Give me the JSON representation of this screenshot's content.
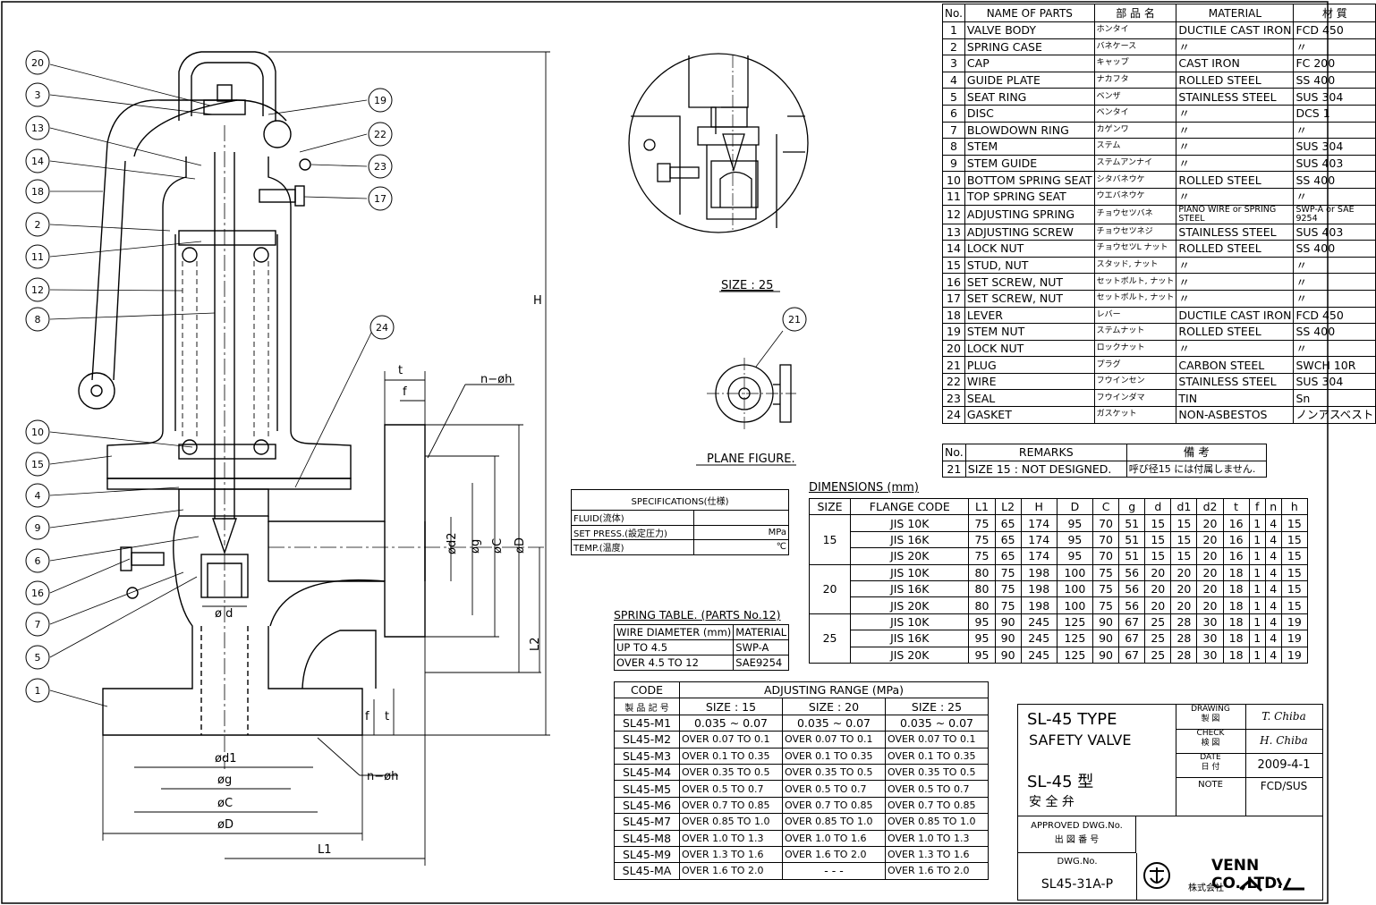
{
  "parts_table": {
    "headers": [
      "No.",
      "NAME OF PARTS",
      "部 品 名",
      "MATERIAL",
      "材 質"
    ],
    "rows": [
      [
        "1",
        "VALVE BODY",
        "ホンタイ",
        "DUCTILE CAST IRON",
        "FCD 450"
      ],
      [
        "2",
        "SPRING CASE",
        "バネケース",
        "〃",
        "〃"
      ],
      [
        "3",
        "CAP",
        "キャップ",
        "CAST IRON",
        "FC 200"
      ],
      [
        "4",
        "GUIDE PLATE",
        "ナカフタ",
        "ROLLED STEEL",
        "SS 400"
      ],
      [
        "5",
        "SEAT RING",
        "ベンザ",
        "STAINLESS STEEL",
        "SUS 304"
      ],
      [
        "6",
        "DISC",
        "ベンタイ",
        "〃",
        "DCS 1"
      ],
      [
        "7",
        "BLOWDOWN RING",
        "カゲンワ",
        "〃",
        "〃"
      ],
      [
        "8",
        "STEM",
        "ステム",
        "〃",
        "SUS 304"
      ],
      [
        "9",
        "STEM GUIDE",
        "ステムアンナイ",
        "〃",
        "SUS 403"
      ],
      [
        "10",
        "BOTTOM SPRING SEAT",
        "シタバネウケ",
        "ROLLED STEEL",
        "SS 400"
      ],
      [
        "11",
        "TOP SPRING SEAT",
        "ウエバネウケ",
        "〃",
        "〃"
      ],
      [
        "12",
        "ADJUSTING SPRING",
        "チョウセツバネ",
        "PIANO WIRE or SPRING STEEL",
        "SWP-A or SAE 9254"
      ],
      [
        "13",
        "ADJUSTING SCREW",
        "チョウセツネジ",
        "STAINLESS STEEL",
        "SUS 403"
      ],
      [
        "14",
        "LOCK NUT",
        "チョウセツL ナット",
        "ROLLED STEEL",
        "SS 400"
      ],
      [
        "15",
        "STUD, NUT",
        "スタッド, ナット",
        "〃",
        "〃"
      ],
      [
        "16",
        "SET SCREW, NUT",
        "セットボルト, ナット",
        "〃",
        "〃"
      ],
      [
        "17",
        "SET SCREW, NUT",
        "セットボルト, ナット",
        "〃",
        "〃"
      ],
      [
        "18",
        "LEVER",
        "レバー",
        "DUCTILE CAST IRON",
        "FCD 450"
      ],
      [
        "19",
        "STEM NUT",
        "ステムナット",
        "ROLLED STEEL",
        "SS 400"
      ],
      [
        "20",
        "LOCK NUT",
        "ロックナット",
        "〃",
        "〃"
      ],
      [
        "21",
        "PLUG",
        "プラグ",
        "CARBON STEEL",
        "SWCH 10R"
      ],
      [
        "22",
        "WIRE",
        "フウインセン",
        "STAINLESS STEEL",
        "SUS 304"
      ],
      [
        "23",
        "SEAL",
        "フウインダマ",
        "TIN",
        "Sn"
      ],
      [
        "24",
        "GASKET",
        "ガスケット",
        "NON-ASBESTOS",
        "ノンアスベスト"
      ]
    ]
  },
  "remarks": {
    "header_no": "No.",
    "header_en": "REMARKS",
    "header_jp": "備 考",
    "no": "21",
    "en": "SIZE 15 : NOT DESIGNED.",
    "jp": "呼び径15 には付属しません."
  },
  "dimensions": {
    "title": "DIMENSIONS (mm)",
    "headers": [
      "SIZE",
      "FLANGE CODE",
      "L1",
      "L2",
      "H",
      "D",
      "C",
      "g",
      "d",
      "d1",
      "d2",
      "t",
      "f",
      "n",
      "h"
    ],
    "groups": [
      {
        "size": "15",
        "rows": [
          [
            "JIS 10K",
            "75",
            "65",
            "174",
            "95",
            "70",
            "51",
            "15",
            "15",
            "20",
            "16",
            "1",
            "4",
            "15"
          ],
          [
            "JIS 16K",
            "75",
            "65",
            "174",
            "95",
            "70",
            "51",
            "15",
            "15",
            "20",
            "16",
            "1",
            "4",
            "15"
          ],
          [
            "JIS 20K",
            "75",
            "65",
            "174",
            "95",
            "70",
            "51",
            "15",
            "15",
            "20",
            "16",
            "1",
            "4",
            "15"
          ]
        ]
      },
      {
        "size": "20",
        "rows": [
          [
            "JIS 10K",
            "80",
            "75",
            "198",
            "100",
            "75",
            "56",
            "20",
            "20",
            "20",
            "18",
            "1",
            "4",
            "15"
          ],
          [
            "JIS 16K",
            "80",
            "75",
            "198",
            "100",
            "75",
            "56",
            "20",
            "20",
            "20",
            "18",
            "1",
            "4",
            "15"
          ],
          [
            "JIS 20K",
            "80",
            "75",
            "198",
            "100",
            "75",
            "56",
            "20",
            "20",
            "20",
            "18",
            "1",
            "4",
            "15"
          ]
        ]
      },
      {
        "size": "25",
        "rows": [
          [
            "JIS 10K",
            "95",
            "90",
            "245",
            "125",
            "90",
            "67",
            "25",
            "28",
            "30",
            "18",
            "1",
            "4",
            "19"
          ],
          [
            "JIS 16K",
            "95",
            "90",
            "245",
            "125",
            "90",
            "67",
            "25",
            "28",
            "30",
            "18",
            "1",
            "4",
            "19"
          ],
          [
            "JIS 20K",
            "95",
            "90",
            "245",
            "125",
            "90",
            "67",
            "25",
            "28",
            "30",
            "18",
            "1",
            "4",
            "19"
          ]
        ]
      }
    ]
  },
  "specifications": {
    "title": "SPECIFICATIONS(仕様)",
    "rows": [
      {
        "label": "FLUID(流体)",
        "unit": ""
      },
      {
        "label": "SET PRESS.(設定圧力)",
        "unit": "MPa"
      },
      {
        "label": "TEMP.(温度)",
        "unit": "℃"
      }
    ]
  },
  "spring_table": {
    "title": "SPRING TABLE. (PARTS No.12)",
    "headers": [
      "WIRE DIAMETER (mm)",
      "MATERIAL"
    ],
    "rows": [
      [
        "UP TO 4.5",
        "SWP-A"
      ],
      [
        "OVER 4.5 TO 12",
        "SAE9254"
      ]
    ]
  },
  "adjusting_range": {
    "code_label": "CODE",
    "code_label_jp": "製 品 記 号",
    "title": "ADJUSTING RANGE (MPa)",
    "sizes": [
      "SIZE : 15",
      "SIZE : 20",
      "SIZE : 25"
    ],
    "rows": [
      [
        "SL45-M1",
        "0.035 ~ 0.07",
        "0.035 ~ 0.07",
        "0.035 ~ 0.07"
      ],
      [
        "SL45-M2",
        "OVER 0.07 TO 0.1",
        "OVER 0.07 TO 0.1",
        "OVER 0.07 TO 0.1"
      ],
      [
        "SL45-M3",
        "OVER 0.1 TO 0.35",
        "OVER 0.1 TO 0.35",
        "OVER 0.1 TO 0.35"
      ],
      [
        "SL45-M4",
        "OVER 0.35 TO 0.5",
        "OVER 0.35 TO 0.5",
        "OVER 0.35 TO 0.5"
      ],
      [
        "SL45-M5",
        "OVER 0.5 TO 0.7",
        "OVER 0.5 TO 0.7",
        "OVER 0.5 TO 0.7"
      ],
      [
        "SL45-M6",
        "OVER 0.7 TO 0.85",
        "OVER 0.7 TO 0.85",
        "OVER 0.7 TO 0.85"
      ],
      [
        "SL45-M7",
        "OVER 0.85 TO 1.0",
        "OVER 0.85 TO 1.0",
        "OVER 0.85 TO 1.0"
      ],
      [
        "SL45-M8",
        "OVER 1.0 TO 1.3",
        "OVER 1.0 TO 1.6",
        "OVER 1.0 TO 1.3"
      ],
      [
        "SL45-M9",
        "OVER 1.3 TO 1.6",
        "OVER 1.6 TO 2.0",
        "OVER 1.3 TO 1.6"
      ],
      [
        "SL45-MA",
        "OVER 1.6 TO 2.0",
        "- - -",
        "OVER 1.6 TO 2.0"
      ]
    ]
  },
  "title_block": {
    "title_en_1": "SL-45 TYPE",
    "title_en_2": "SAFETY VALVE",
    "title_jp_1": "SL-45 型",
    "title_jp_2": "安 全 弁",
    "drawing_label": "DRAWING",
    "drawing_label_jp": "製 図",
    "drawing_by": "T. Chiba",
    "check_label": "CHECK",
    "check_label_jp": "検 図",
    "check_by": "H. Chiba",
    "date_label": "DATE",
    "date_label_jp": "日 付",
    "date": "2009-4-1",
    "note_label": "NOTE",
    "note": "FCD/SUS",
    "approved_label": "APPROVED DWG.No.",
    "approved_label_jp": "出 図 番 号",
    "dwg_label": "DWG.No.",
    "dwg_no": "SL45-31A-P",
    "company": "VENN CO.,LTD.",
    "company_jp": "株式会社"
  },
  "drawing": {
    "detail_caption": "SIZE : 25",
    "plane_caption": "PLANE FIGURE.",
    "balloons_left": [
      "20",
      "3",
      "13",
      "14",
      "18",
      "2",
      "11",
      "12",
      "8",
      "10",
      "15",
      "4",
      "9",
      "6",
      "16",
      "7",
      "5",
      "1"
    ],
    "balloons_right": [
      "19",
      "22",
      "23",
      "17",
      "24"
    ],
    "balloon_plug": "21",
    "dim_labels": {
      "H": "H",
      "L1": "L1",
      "L2": "L2",
      "t": "t",
      "f": "f",
      "nh": "n−øh",
      "d": "ø d",
      "d1": "ød1",
      "g": "øg",
      "C": "øC",
      "D": "øD",
      "d2": "ød2"
    }
  }
}
